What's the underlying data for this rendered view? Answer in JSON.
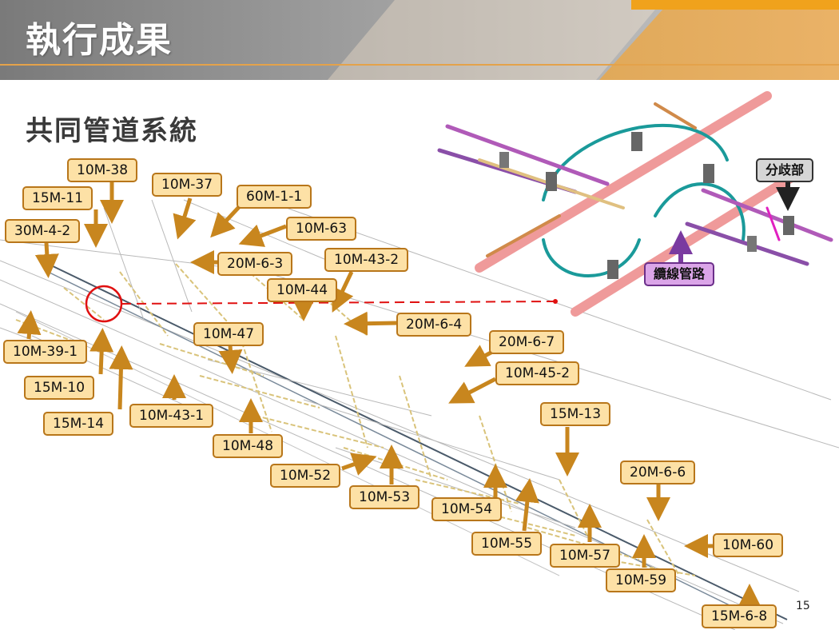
{
  "slide": {
    "title": "執行成果",
    "subtitle": "共同管道系統",
    "page_number": "15"
  },
  "colors": {
    "label_fill": "#fde1a6",
    "label_border": "#b8761a",
    "arrow": "#c8861e",
    "highlight_circle": "#e01010",
    "header_gold": "#f0a21c"
  },
  "labels": {
    "l01": "10M-38",
    "l02": "10M-37",
    "l03": "15M-11",
    "l04": "60M-1-1",
    "l05": "30M-4-2",
    "l06": "10M-63",
    "l07": "20M-6-3",
    "l08": "10M-43-2",
    "l09": "10M-44",
    "l10": "20M-6-4",
    "l11": "10M-47",
    "l12": "10M-39-1",
    "l13": "20M-6-7",
    "l14": "10M-45-2",
    "l15": "15M-10",
    "l16": "15M-14",
    "l17": "10M-43-1",
    "l18": "15M-13",
    "l19": "10M-48",
    "l20": "10M-52",
    "l21": "10M-53",
    "l22": "20M-6-6",
    "l23": "10M-54",
    "l24": "10M-55",
    "l25": "10M-57",
    "l26": "10M-60",
    "l27": "10M-59",
    "l28": "15M-6-8"
  },
  "detail": {
    "branch_label": "分歧部",
    "cable_label": "纜線管路"
  }
}
